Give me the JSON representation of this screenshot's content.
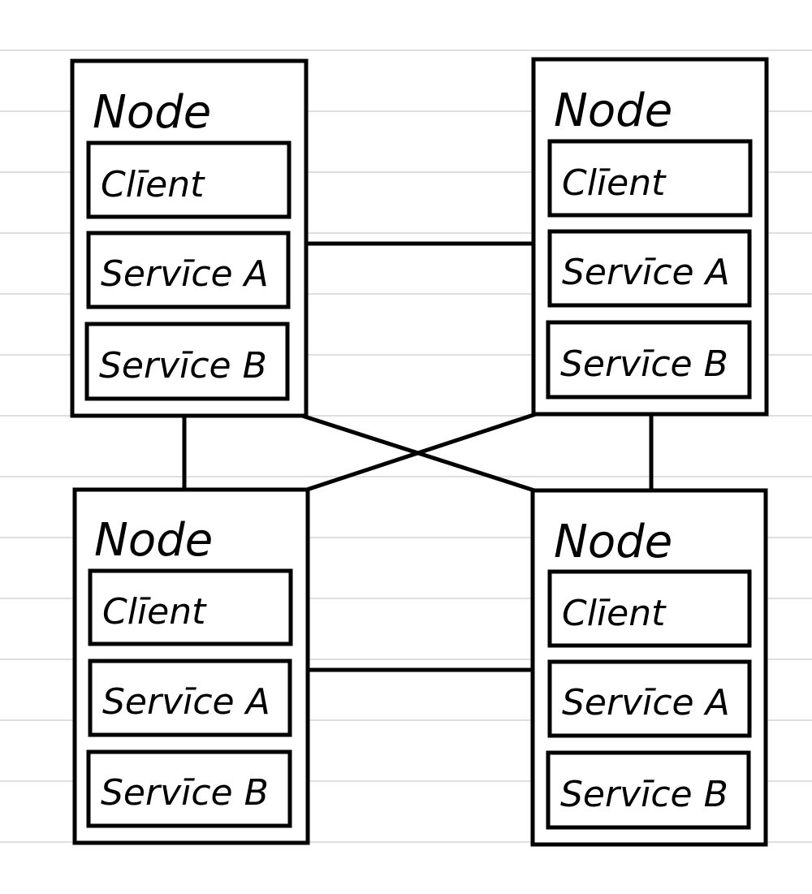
{
  "colors": {
    "background": "#ffffff",
    "ruled_lines": "#dedede",
    "ink": "#000000"
  },
  "nodes": [
    {
      "title": "Node",
      "items": [
        "Clīent",
        "Servīce A",
        "Servīce B"
      ]
    },
    {
      "title": "Node",
      "items": [
        "Clīent",
        "Servīce A",
        "Servīce B"
      ]
    },
    {
      "title": "Node",
      "items": [
        "Clīent",
        "Servīce A",
        "Servīce B"
      ]
    },
    {
      "title": "Node",
      "items": [
        "Clīent",
        "Servīce A",
        "Servīce B"
      ]
    }
  ]
}
